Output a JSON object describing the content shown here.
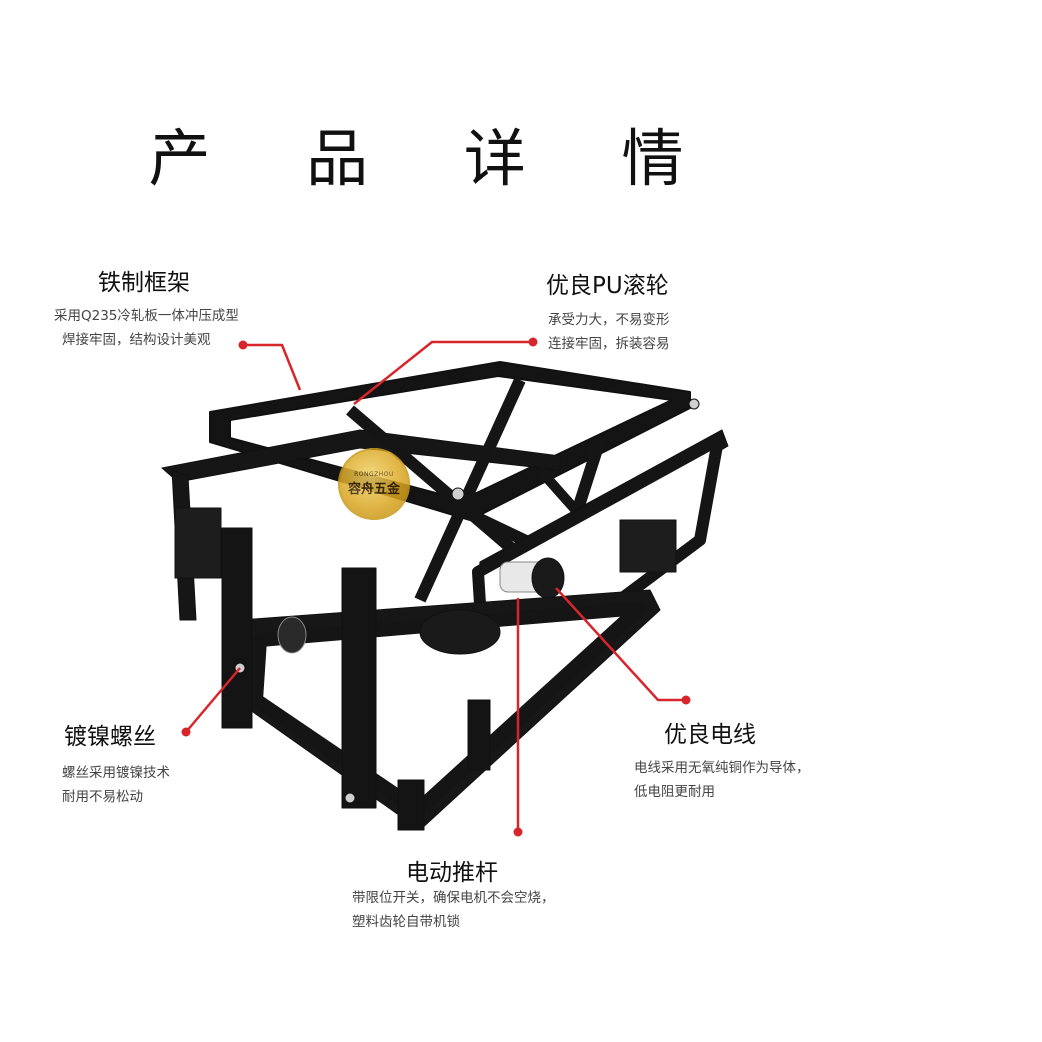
{
  "title": "产 品 详 情",
  "watermark": {
    "latin": "RONGZHOU",
    "name": "容舟五金"
  },
  "features": {
    "frame": {
      "title": "铁制框架",
      "lines": [
        "采用Q235冷轧板一体冲压成型",
        "焊接牢固，结构设计美观"
      ]
    },
    "wheels": {
      "title": "优良PU滚轮",
      "lines": [
        "承受力大，不易变形",
        "连接牢固，拆装容易"
      ]
    },
    "screws": {
      "title": "镀镍螺丝",
      "lines": [
        "螺丝采用镀镍技术",
        "耐用不易松动"
      ]
    },
    "wire": {
      "title": "优良电线",
      "lines": [
        "电线采用无氧纯铜作为导体，",
        "低电阻更耐用"
      ]
    },
    "actuator": {
      "title": "电动推杆",
      "lines": [
        "带限位开关，确保电机不会空烧，",
        "塑料齿轮自带机锁"
      ]
    }
  },
  "colors": {
    "callout": "#d6262b",
    "frame": "#111111",
    "text": "#444444",
    "title": "#111111"
  }
}
